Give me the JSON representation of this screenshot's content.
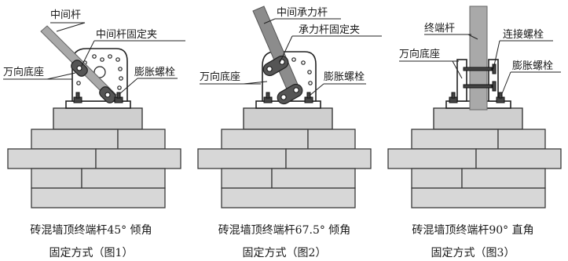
{
  "figures": [
    {
      "labels": {
        "middle_rod": "中间杆",
        "middle_rod_clamp": "中间杆固定夹",
        "universal_base": "万向底座",
        "expansion_bolt": "膨胀螺栓"
      },
      "caption_line1": "砖混墙顶终端杆45° 倾角",
      "caption_line2": "固定方式（图1）"
    },
    {
      "labels": {
        "middle_bearing_rod": "中间承力杆",
        "bearing_rod_clamp": "承力杆固定夹",
        "universal_base": "万向底座",
        "expansion_bolt": "膨胀螺栓"
      },
      "caption_line1": "砖混墙顶终端杆67.5° 倾角",
      "caption_line2": "固定方式（图2）"
    },
    {
      "labels": {
        "terminal_rod": "终端杆",
        "connecting_bolt": "连接螺栓",
        "universal_base": "万向底座",
        "expansion_bolt": "膨胀螺栓"
      },
      "caption_line1": "砖混墙顶终端杆90° 直角",
      "caption_line2": "固定方式（图3）"
    }
  ],
  "colors": {
    "brick_fill": "#d7d7d7",
    "rod_fill": "#8c8c8c",
    "line": "#222222"
  }
}
